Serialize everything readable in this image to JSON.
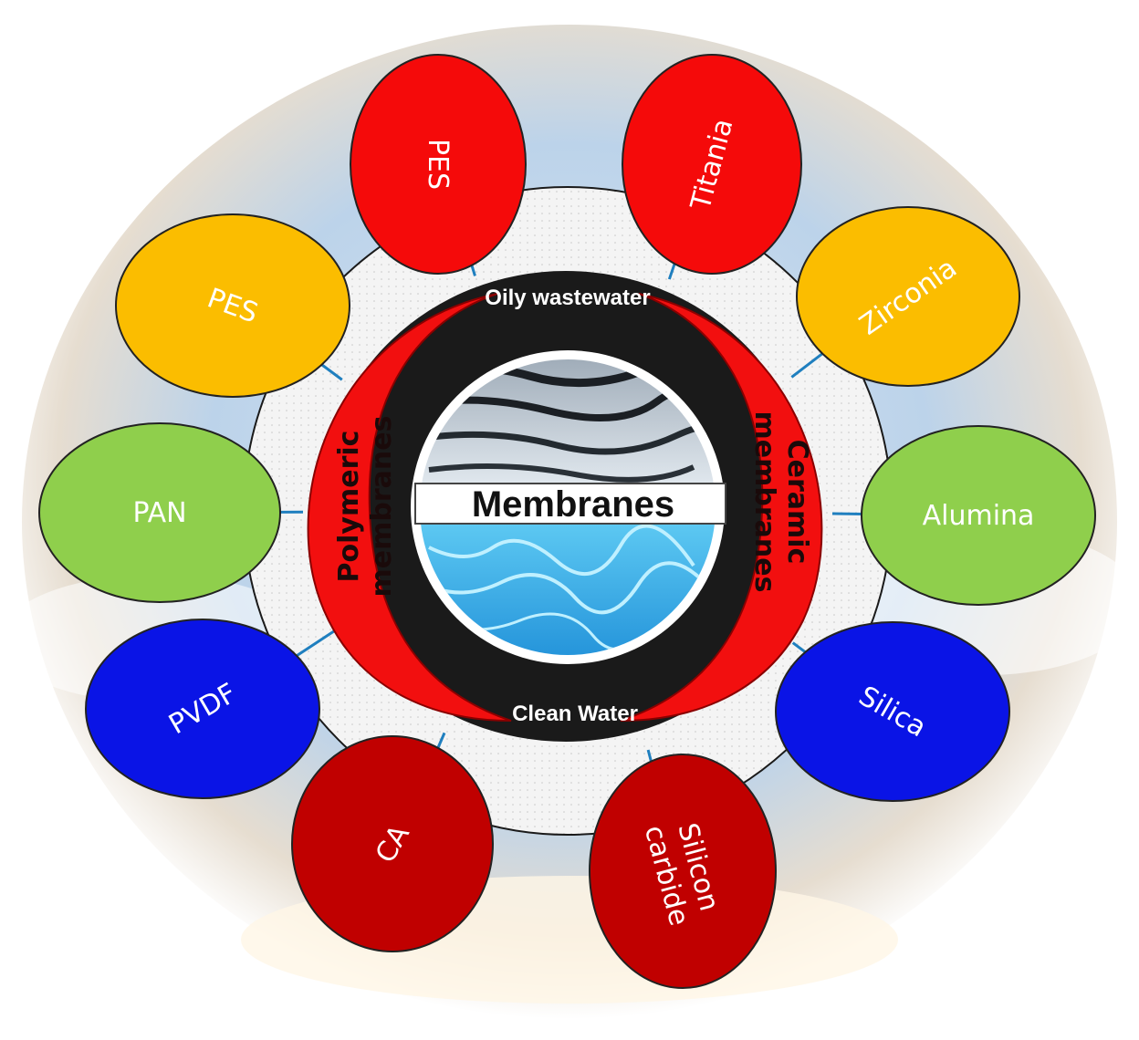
{
  "center": {
    "title": "Membranes",
    "top_label": "Oily wastewater",
    "bottom_label": "Clean Water",
    "left_band": [
      "Polymeric",
      "membranes"
    ],
    "right_band": [
      "Ceramic",
      "membranes"
    ]
  },
  "polymeric_items": [
    {
      "label": "PES",
      "color": "#f50a0a"
    },
    {
      "label": "PES",
      "color": "#fbbd00"
    },
    {
      "label": "PAN",
      "color": "#8fcf4c"
    },
    {
      "label": "PVDF",
      "color": "#0a14e6"
    },
    {
      "label": "CA",
      "color": "#c00000"
    }
  ],
  "ceramic_items": [
    {
      "label": "Titania",
      "color": "#f50a0a"
    },
    {
      "label": "Zirconia",
      "color": "#fbbd00"
    },
    {
      "label": "Alumina",
      "color": "#8fcf4c"
    },
    {
      "label": "Silica",
      "color": "#0a14e6"
    },
    {
      "label": "Silicon carbide",
      "lines": [
        "Silicon",
        "carbide"
      ],
      "color": "#c00000"
    }
  ],
  "colors": {
    "band": "#f20f0f",
    "ring": "#1a1a1a",
    "connector": "#1f7fbf",
    "sky": "#cfe0f0"
  }
}
